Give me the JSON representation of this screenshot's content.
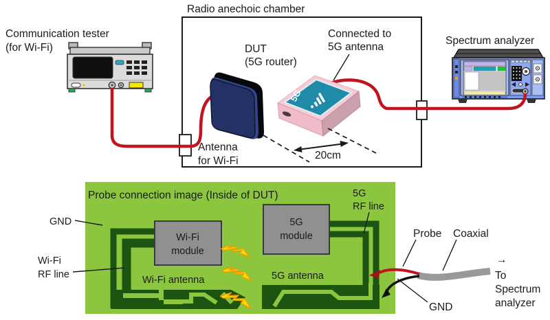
{
  "top_diagram": {
    "chamber_title": "Radio anechoic chamber",
    "communication_tester": {
      "label_line1": "Communication tester",
      "label_line2": "(for Wi-Fi)"
    },
    "spectrum_analyzer": {
      "label": "Spectrum analyzer"
    },
    "dut": {
      "label_line1": "DUT",
      "label_line2": "(5G router)",
      "screen_text": "5G"
    },
    "connected_note": {
      "line1": "Connected to",
      "line2": "5G antenna"
    },
    "wifi_antenna_note": {
      "line1": "Antenna",
      "line2": "for Wi-Fi"
    },
    "distance_label": "20cm"
  },
  "bottom_diagram": {
    "title": "Probe connection image (Inside of DUT)",
    "gnd_top_label": "GND",
    "wifi_rf_label": {
      "line1": "Wi-Fi",
      "line2": "RF line"
    },
    "wifi_module": {
      "line1": "Wi-Fi",
      "line2": "module"
    },
    "fiveg_module": {
      "line1": "5G",
      "line2": "module"
    },
    "wifi_antenna_label": "Wi-Fi antenna",
    "fiveg_antenna_label": "5G antenna",
    "fiveg_rf_label": {
      "line1": "5G",
      "line2": "RF line"
    },
    "probe_label": "Probe",
    "coaxial_label": "Coaxial",
    "gnd_bottom_label": "GND",
    "to_analyzer": {
      "arrow": "→",
      "line1": "To",
      "line2": "Spectrum",
      "line3": "analyzer"
    }
  },
  "colors": {
    "cable_red": "#c3131f",
    "pcb_light_green": "#8cc63e",
    "pcb_dark_green": "#1b5511",
    "module_gray": "#909090",
    "antenna_navy": "#243166",
    "router_pink": "#f6cbd6",
    "screen_teal": "#1f8ba8",
    "bolt_yellow": "#ffde00",
    "bolt_orange": "#f59c00",
    "analyzer_blue": "#7e9bf0",
    "coax_gray": "#999999"
  }
}
